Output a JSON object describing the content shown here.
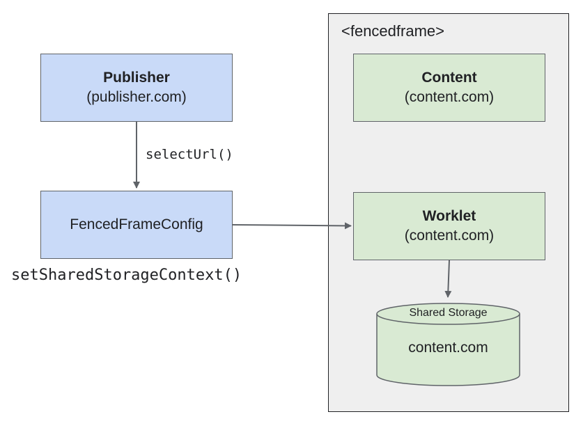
{
  "publisher": {
    "title": "Publisher",
    "origin": "(publisher.com)"
  },
  "config": {
    "label": "FencedFrameConfig"
  },
  "call_select_url": "selectUrl()",
  "call_set_context": "setSharedStorageContext()",
  "fencedframe": {
    "label": "<fencedframe>",
    "content": {
      "title": "Content",
      "origin": "(content.com)"
    },
    "worklet": {
      "title": "Worklet",
      "origin": "(content.com)"
    },
    "storage": {
      "title": "Shared Storage",
      "origin": "content.com"
    }
  },
  "colors": {
    "publisher_fill": "#c9daf8",
    "content_fill": "#d9ead3",
    "frame_fill": "#efefef",
    "stroke": "#5f6368"
  }
}
